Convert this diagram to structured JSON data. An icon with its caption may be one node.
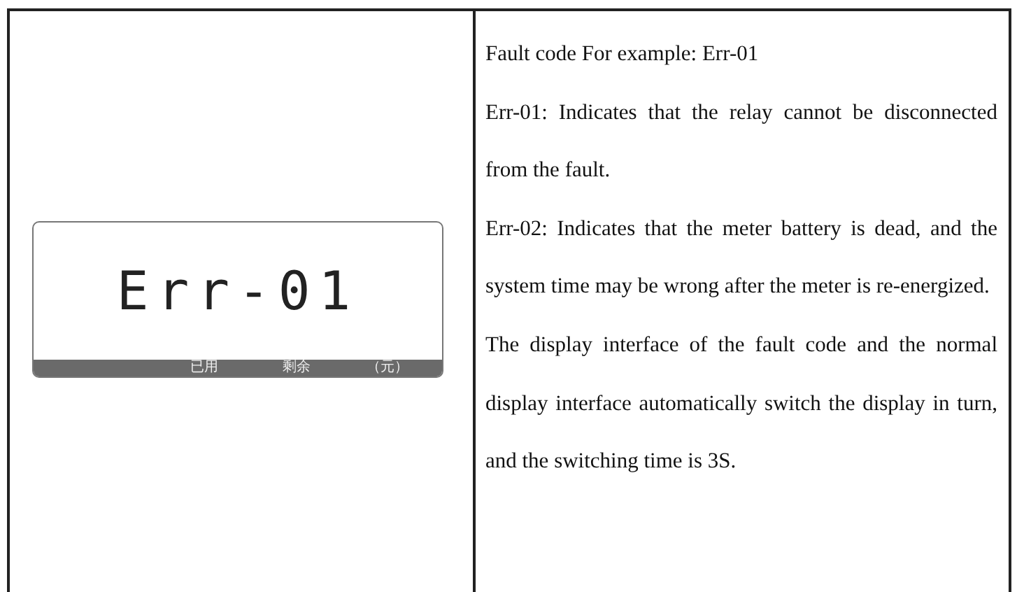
{
  "diagram": {
    "nodes": [
      {
        "text": [
          "Err-01"
        ]
      },
      {
        "text": [
          "已用",
          "剩余",
          "（元）"
        ],
        "in": 0
      }
    ],
    "labels": [
      "Fault code For example: Err-01",
      "Err-01: Indicates that the relay cannot be disconnected from the fault.",
      "Err-02: Indicates that the meter battery is dead, and the system time may be wrong after the meter is re-energized.",
      "The display interface of the fault code and the normal display interface automatically switch the display in turn, and the switching time is 3S."
    ]
  }
}
